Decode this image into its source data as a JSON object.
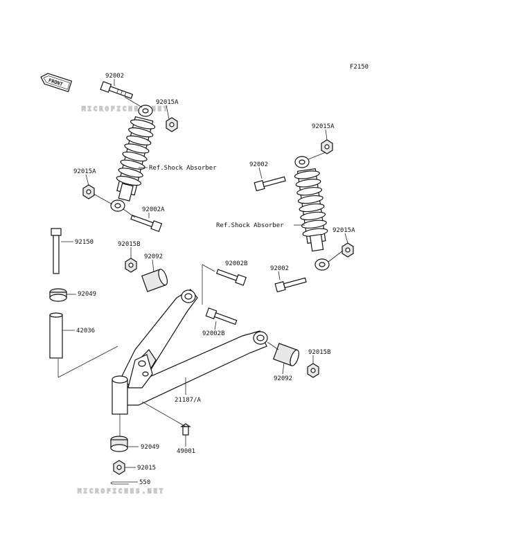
{
  "figure_code": "F2150",
  "front_label": "FRONT",
  "watermark": "MICROFICHES.NET",
  "callouts": {
    "c92002_top": "92002",
    "c92015A_top": "92015A",
    "c_ref_left": "Ref.Shock Absorber",
    "c92015A_left": "92015A",
    "c92002A": "92002A",
    "c92015A_right_top": "92015A",
    "c92002_right": "92002",
    "c_ref_right": "Ref.Shock Absorber",
    "c92015A_right": "92015A",
    "c92150": "92150",
    "c92015B_left": "92015B",
    "c92092_left": "92092",
    "c92002B_top": "92002B",
    "c92002_right_bottom": "92002",
    "c92049_top": "92049",
    "c42036": "42036",
    "c92002B_mid": "92002B",
    "c92015B_right": "92015B",
    "c21187A": "21187/A",
    "c92092_right": "92092",
    "c92049_bottom": "92049",
    "c49001": "49001",
    "c92015": "92015",
    "c550": "550"
  }
}
